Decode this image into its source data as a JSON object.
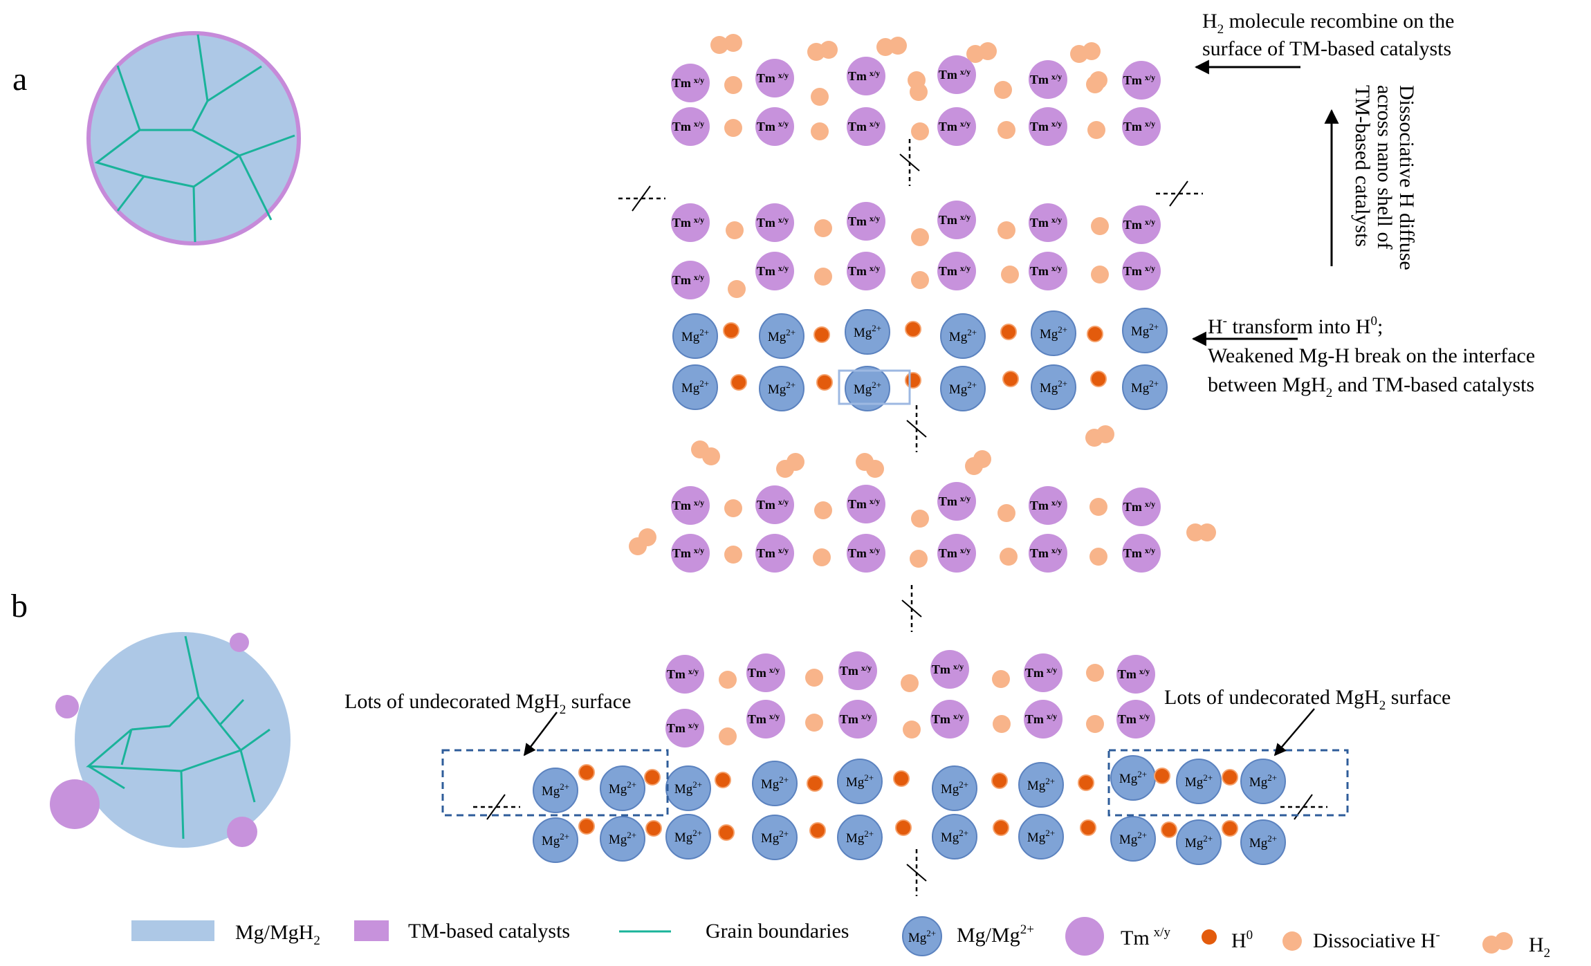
{
  "panels": {
    "a": "a",
    "b": "b"
  },
  "labels": {
    "mg": "Mg",
    "mg_sup": "2+",
    "tm": "Tm",
    "tm_sup": "x/y"
  },
  "annotations": {
    "recombine_1": "H",
    "recombine_1_sub": "2",
    "recombine_1_rest": " molecule recombine on the",
    "recombine_2": "surface of TM-based catalysts",
    "diffuse_1": "Dissociative H diffuse",
    "diffuse_2": "across nano shell of",
    "diffuse_3": "TM-based catalysts",
    "transform_1a": "H",
    "transform_1_sup": "-",
    "transform_1b": " transform into H",
    "transform_1_sup2": "0",
    "transform_1c": ";",
    "transform_2": "Weakened Mg-H break on the interface",
    "transform_3a": "between MgH",
    "transform_3_sub": "2",
    "transform_3b": " and TM-based catalysts",
    "undecorated_a": "Lots of undecorated MgH",
    "undecorated_sub": "2",
    "undecorated_b": " surface"
  },
  "legend": {
    "mg_mgh2": "Mg/MgH",
    "mg_mgh2_sub": "2",
    "tm_catalysts": "TM-based catalysts",
    "grain_boundaries": "Grain boundaries",
    "mg_ion_icon": "Mg",
    "mg_ion_icon_sup": "2+",
    "mg_ion": "Mg/Mg",
    "mg_ion_sup": "2+",
    "tm": "Tm",
    "tm_sup": "x/y",
    "h0": "H",
    "h0_sup": "0",
    "dissociative": "Dissociative H",
    "dissociative_sup": "-",
    "h2": "H",
    "h2_sub": "2"
  },
  "colors": {
    "mg_fill": "#7fa3d6",
    "mg_stroke": "#5b82bf",
    "tm_fill": "#c792dc",
    "h_diss": "#f8b48a",
    "h0": "#e35b0c",
    "grain_fill": "#adc8e6",
    "grain_edge": "#c68ad9",
    "grain_line": "#1ab39a",
    "dash_box": "#2e5c9a"
  }
}
